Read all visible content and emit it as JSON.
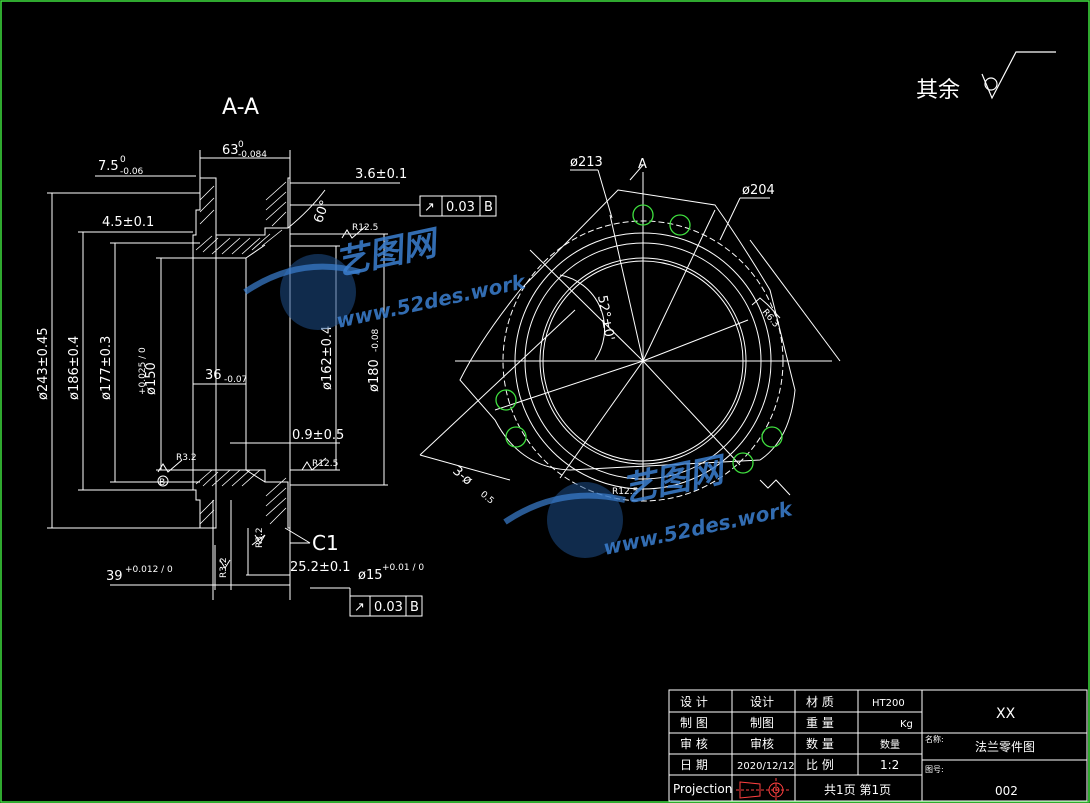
{
  "section_label": "A-A",
  "roughness_note": "其余",
  "section_dims": {
    "d63": "63",
    "d63_sup": "0",
    "d63_sub": "-0.084",
    "d7_5": "7.5",
    "d7_5_sup": "0",
    "d7_5_sub": "-0.06",
    "d3_6": "3.6±0.1",
    "d4_5": "4.5±0.1",
    "angle60": "60°",
    "d243": "ø243±0.45",
    "d186": "ø186±0.4",
    "d177": "ø177±0.3",
    "d150": "ø150",
    "d150_tol": "+0.025 / 0",
    "d36": "36",
    "d36_sub": "-0.07",
    "d162": "ø162±0.4",
    "d180": "ø180",
    "d180_sub": "-0.08",
    "d0_9": "0.9±0.5",
    "d39": "39",
    "d39_tol": "+0.012 / 0",
    "d25_2": "25.2±0.1",
    "d15": "ø15",
    "d15_tol": "+0.01 / 0",
    "chamfer": "C1",
    "ra_25_a": "R12.5",
    "ra_32_a": "R3.2",
    "ra_25_b": "R12.5",
    "ra_32_b": "R3.2",
    "ra_32_c": "R3.2"
  },
  "tolerance_frames": [
    {
      "symbol": "↗",
      "value": "0.03",
      "datum": "B"
    },
    {
      "symbol": "↗",
      "value": "0.03",
      "datum": "B"
    }
  ],
  "datum_label": "B",
  "plan_dims": {
    "d213": "ø213",
    "d204": "ø204",
    "axis": "A",
    "angle": "52°±0'",
    "holes": "3-ø",
    "holes_sub": "0.5",
    "ra_side": "R6.3",
    "ra_bottom": "R12.5"
  },
  "watermark": {
    "cn": "艺图网",
    "url": "www.52des.work"
  },
  "title_block": {
    "design_label": "设 计",
    "design_value": "设计",
    "drawing_label": "制 图",
    "drawing_value": "制图",
    "check_label": "审 核",
    "check_value": "审核",
    "date_label": "日 期",
    "date_value": "2020/12/12",
    "material_label": "材 质",
    "material_value": "HT200",
    "weight_label": "重 量",
    "weight_value": "Kg",
    "qty_label": "数 量",
    "qty_value": "数量",
    "scale_label": "比 例",
    "scale_value": "1:2",
    "projection_label": "Projection",
    "sheet_label": "共1页 第1页",
    "company": "XX",
    "name_label": "名称:",
    "drawing_name": "法兰零件图",
    "number_label": "图号:",
    "drawing_number": "002"
  }
}
